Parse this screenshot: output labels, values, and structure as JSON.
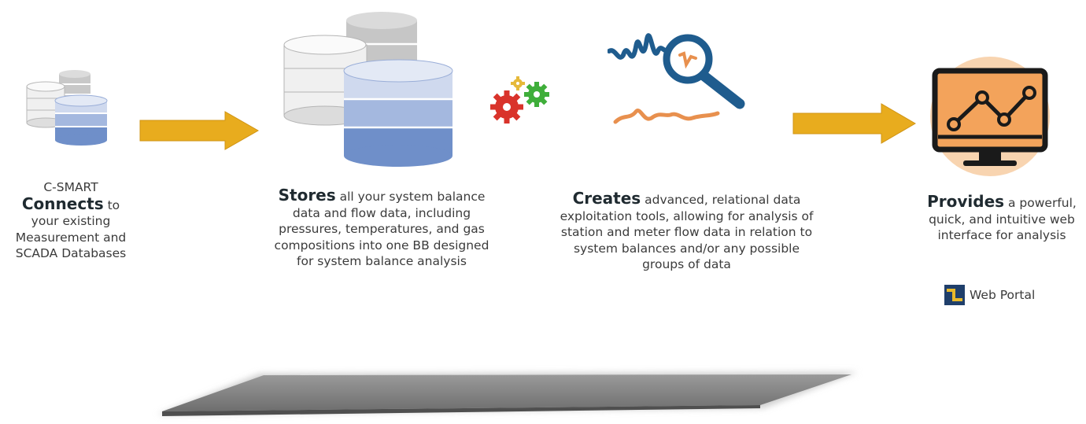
{
  "steps": [
    {
      "pre": "C-SMART",
      "strong": "Connects",
      "rest": " to your existing Measurement and SCADA Databases"
    },
    {
      "strong": "Stores",
      "rest": " all your system balance data and flow data, including pressures, temperatures, and gas compositions into one BB designed for system balance analysis"
    },
    {
      "strong": "Creates",
      "rest": " advanced, relational data exploitation tools, allowing for analysis of station and meter flow data in relation to system balances and/or any possible groups of data"
    },
    {
      "strong": "Provides",
      "rest": " a powerful, quick, and intuitive web interface for analysis"
    }
  ],
  "web_portal": {
    "label": "Web Portal",
    "icon": "web-portal-logo-icon"
  },
  "icons": [
    "small-database-stack-icon",
    "large-database-stack-icon",
    "gears-icon",
    "data-analysis-magnifier-icon",
    "monitor-line-chart-icon"
  ],
  "colors": {
    "arrow": "#e8ac1e",
    "db_blue_light": "#cfd9ee",
    "db_blue_mid": "#a4b8df",
    "db_blue_dark": "#6f8fc9",
    "db_gray": "#c9c9c9",
    "gear_red": "#d9332b",
    "gear_green": "#3fae3a",
    "gear_yellow": "#e6b93a",
    "wave_blue": "#1f5c8e",
    "wave_orange": "#e8904e",
    "monitor_bg": "#f8d4b0",
    "monitor_screen": "#f3a35b"
  }
}
